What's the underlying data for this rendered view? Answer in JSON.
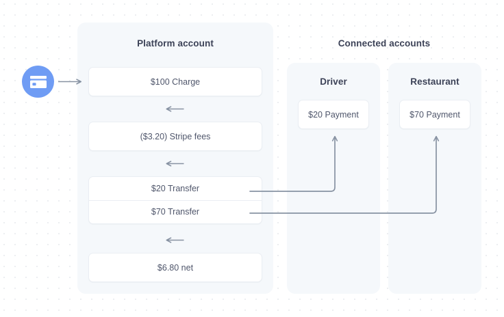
{
  "diagram": {
    "title_platform": "Platform account",
    "title_connected": "Connected accounts",
    "source_icon": "credit-card-icon",
    "accent_color": "#6f9cf4",
    "panel_color": "#f5f8fb",
    "card_color": "#ffffff",
    "text_color": "#4f566b",
    "heading_color": "#3c4257",
    "connector_color": "#8792a2"
  },
  "platform": {
    "heading": "Platform account",
    "items": [
      {
        "label": "$100 Charge"
      },
      {
        "label": "($3.20) Stripe fees"
      }
    ],
    "transfers": [
      {
        "label": "$20 Transfer"
      },
      {
        "label": "$70 Transfer"
      }
    ],
    "net": {
      "label": "$6.80 net"
    }
  },
  "connected": {
    "heading": "Connected accounts",
    "accounts": [
      {
        "name": "Driver",
        "payment": "$20 Payment"
      },
      {
        "name": "Restaurant",
        "payment": "$70 Payment"
      }
    ]
  }
}
